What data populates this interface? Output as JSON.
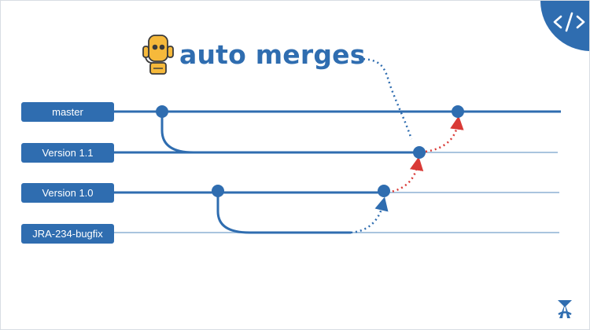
{
  "title": "auto merges",
  "branches": [
    {
      "label": "master"
    },
    {
      "label": "Version 1.1"
    },
    {
      "label": "Version 1.0"
    },
    {
      "label": "JRA-234-bugfix"
    }
  ],
  "colors": {
    "primary_blue": "#2f6db0",
    "light_blue_line": "#a9c4de",
    "merge_red": "#d93a36",
    "robot_yellow": "#f6b93b"
  },
  "icons": [
    "robot-icon",
    "code-icon",
    "atlassian-logo-icon"
  ]
}
